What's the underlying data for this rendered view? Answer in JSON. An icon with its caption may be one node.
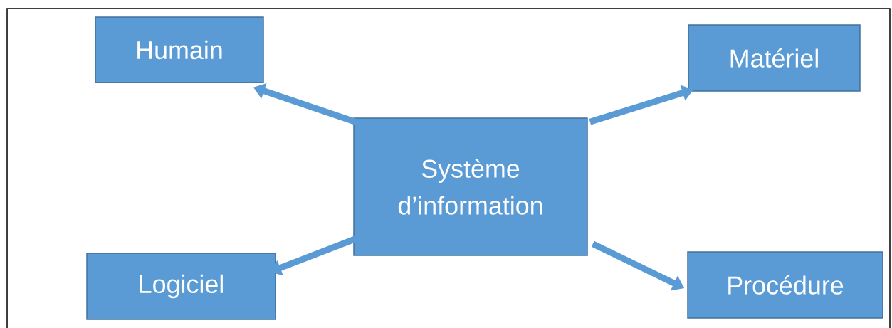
{
  "diagram": {
    "nodes": [
      {
        "text": [
          "Humain"
        ]
      },
      {
        "text": [
          "Matériel"
        ]
      },
      {
        "text": [
          "Système d’information"
        ]
      },
      {
        "text": [
          "Logiciel"
        ]
      },
      {
        "text": [
          "Procédure"
        ]
      }
    ],
    "edges": [
      {
        "from": 2,
        "to": 0,
        "arrow": "to"
      },
      {
        "from": 2,
        "to": 1,
        "arrow": "to"
      },
      {
        "from": 2,
        "to": 3,
        "arrow": "to"
      },
      {
        "from": 2,
        "to": 4,
        "arrow": "to"
      }
    ]
  }
}
